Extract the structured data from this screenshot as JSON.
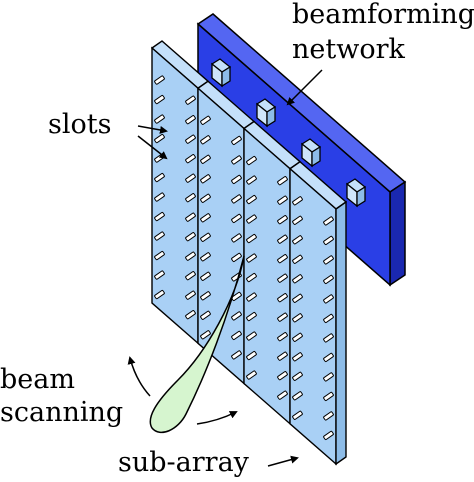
{
  "labels": {
    "beamforming_line1": "beamforming",
    "beamforming_line2": "network",
    "slots": "slots",
    "beam_line1": "beam",
    "beam_line2": "scanning",
    "subarray": "sub-array"
  },
  "colors": {
    "network_front": "#2a3fe6",
    "network_side": "#1a28b0",
    "network_top": "#5466f2",
    "panel_front": "#a9d0f5",
    "panel_side": "#8dbce8",
    "panel_top": "#c4e0fa",
    "connector": "#cfe6fb",
    "beam": "#d6f5cf",
    "stroke": "#000000"
  },
  "diagram": {
    "subarray_count": 4,
    "slot_rows": 12,
    "slot_columns_per_subarray": 2,
    "connector_count": 4
  }
}
